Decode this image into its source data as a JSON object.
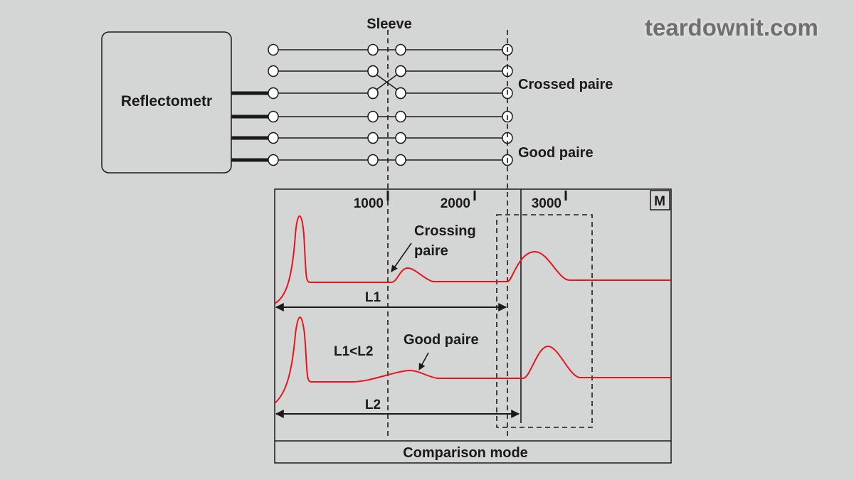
{
  "watermark": "teardownit.com",
  "device": {
    "label": "Reflectometr"
  },
  "cable": {
    "sleeve_label": "Sleeve",
    "pair_labels": [
      "Crossed paire",
      "Good paire"
    ],
    "wire_count": 6,
    "crossed_wires": [
      2,
      3
    ]
  },
  "screen": {
    "mode_badge": "M",
    "scale_ticks": [
      "1000",
      "2000",
      "3000"
    ],
    "trace1_annotation": [
      "Crossing",
      "paire"
    ],
    "trace2_annotation": "Good paire",
    "comparison_label": "L1<L2",
    "distance1_label": "L1",
    "distance2_label": "L2",
    "footer": "Comparison mode"
  },
  "colors": {
    "trace": "#e8141c",
    "ink": "#1a1a1a",
    "background": "#d4d6d5"
  }
}
